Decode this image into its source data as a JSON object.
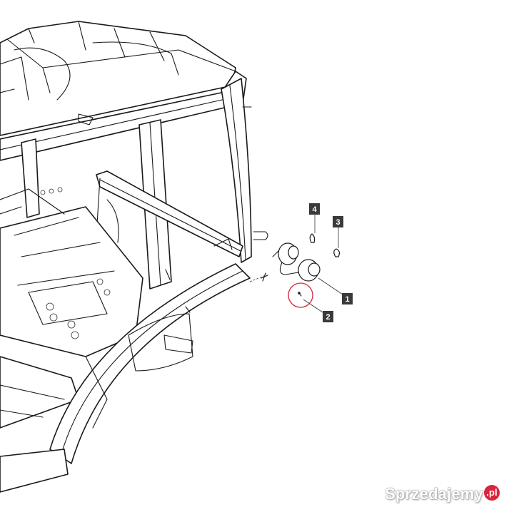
{
  "callouts": [
    {
      "id": "callout-1",
      "label": "1"
    },
    {
      "id": "callout-2",
      "label": "2"
    },
    {
      "id": "callout-3",
      "label": "3"
    },
    {
      "id": "callout-4",
      "label": "4"
    }
  ],
  "watermark": {
    "text": "Sprzedajemy",
    "suffix": ".pl"
  },
  "colors": {
    "line": "#1a1a1a",
    "callout_fill": "#3a3a3a",
    "highlight_circle": "#d7263d",
    "watermark_dot": "#d7263d"
  }
}
